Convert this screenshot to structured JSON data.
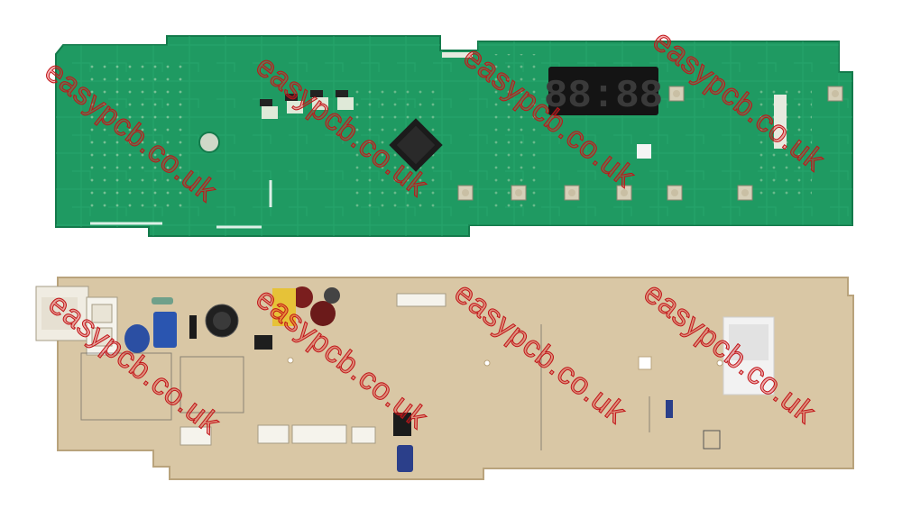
{
  "photo": {
    "subject_top": "green-pcb-display-board",
    "subject_bottom": "tan-pcb-component-side"
  },
  "display": {
    "readout": "88:88"
  },
  "watermark": {
    "text": "easypcb.co.uk"
  },
  "colors": {
    "pcb_green": "#1f9a62",
    "pcb_green_dark": "#137a4b",
    "pcb_tan": "#d9c7a5",
    "watermark_red": "#e8262a",
    "display_red": "#e02020"
  }
}
